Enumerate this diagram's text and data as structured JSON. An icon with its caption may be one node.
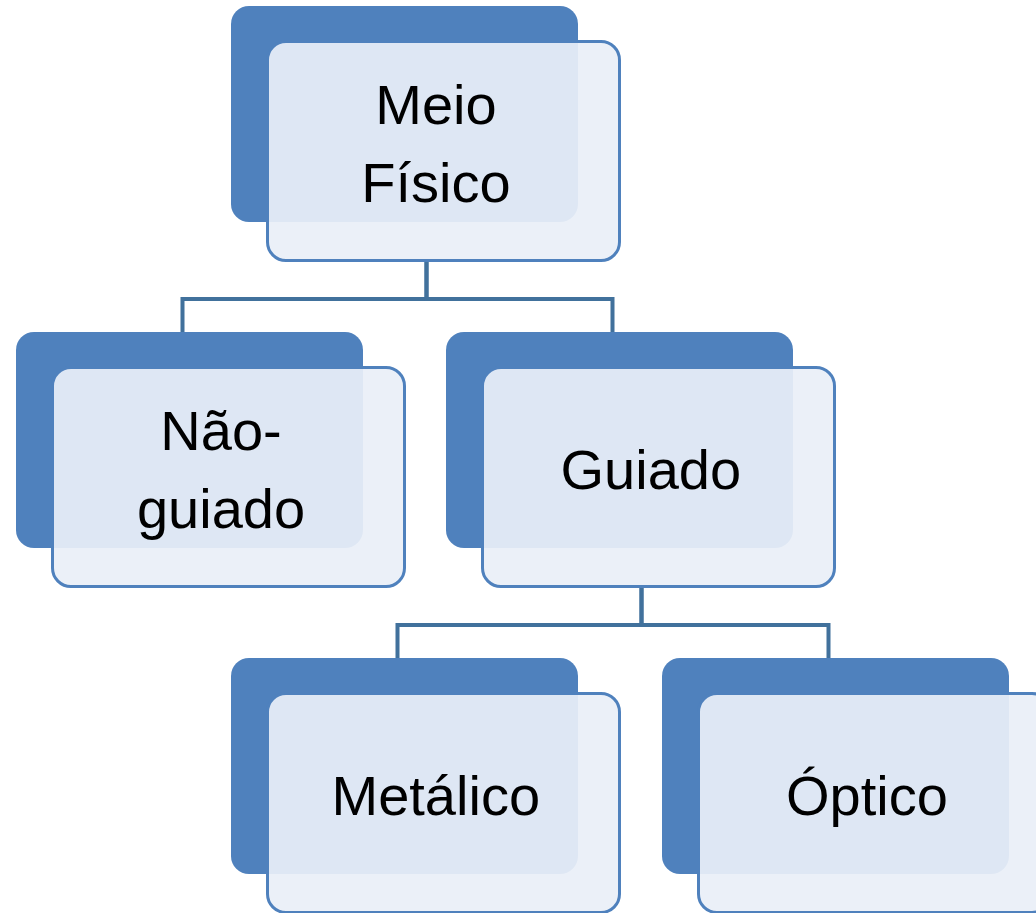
{
  "diagram": {
    "nodes": [
      {
        "text": [
          "Meio Físico"
        ]
      },
      {
        "text": [
          "Não-guiado"
        ]
      },
      {
        "text": [
          "Guiado"
        ]
      },
      {
        "text": [
          "Metálico"
        ]
      },
      {
        "text": [
          "Óptico"
        ]
      }
    ],
    "edges": [
      {
        "from": 0,
        "to": 1,
        "arrow": "none"
      },
      {
        "from": 0,
        "to": 2,
        "arrow": "none"
      },
      {
        "from": 2,
        "to": 3,
        "arrow": "none"
      },
      {
        "from": 2,
        "to": 4,
        "arrow": "none"
      }
    ]
  }
}
